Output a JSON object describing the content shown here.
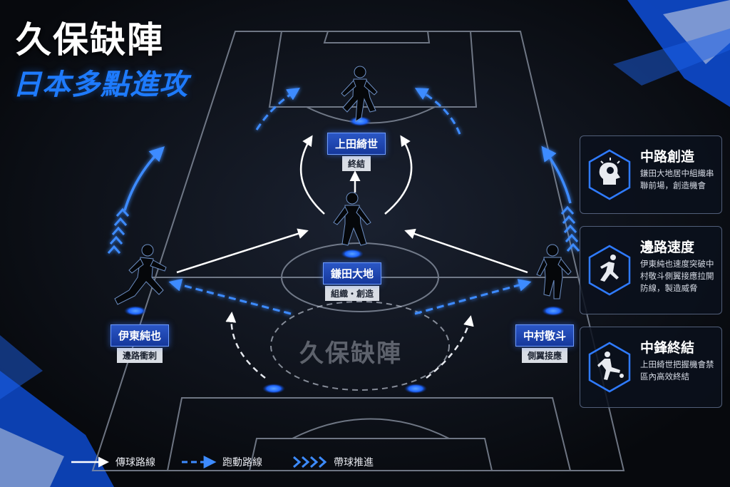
{
  "title": {
    "main": "久保缺陣",
    "sub": "日本多點進攻"
  },
  "watermark": "久保缺陣",
  "players": [
    {
      "id": "ueda",
      "name": "上田綺世",
      "role": "終結"
    },
    {
      "id": "kamada",
      "name": "鎌田大地",
      "role": "組織・創造"
    },
    {
      "id": "ito",
      "name": "伊東純也",
      "role": "邊路衝刺"
    },
    {
      "id": "nakamura",
      "name": "中村敬斗",
      "role": "側翼接應"
    }
  ],
  "cards": [
    {
      "title": "中路創造",
      "body": "鎌田大地居中組織串聯前場，創造機會",
      "icon": "head-lightbulb-icon"
    },
    {
      "title": "邊路速度",
      "body": "伊東純也速度突破中村敬斗側翼接應拉開防線，製造威脅",
      "icon": "sprinter-icon"
    },
    {
      "title": "中鋒終結",
      "body": "上田綺世把握機會禁區內高效終結",
      "icon": "striker-kick-icon"
    }
  ],
  "legend": [
    {
      "label": "傳球路線",
      "icon": "solid-arrow-icon"
    },
    {
      "label": "跑動路線",
      "icon": "dashed-arrow-icon"
    },
    {
      "label": "帶球推進",
      "icon": "chevrons-icon"
    }
  ],
  "colors": {
    "accent": "#1e7bff",
    "label_bg": "#2b57c6",
    "pitch_line": "#9aa3b2",
    "background": "#080b10"
  }
}
